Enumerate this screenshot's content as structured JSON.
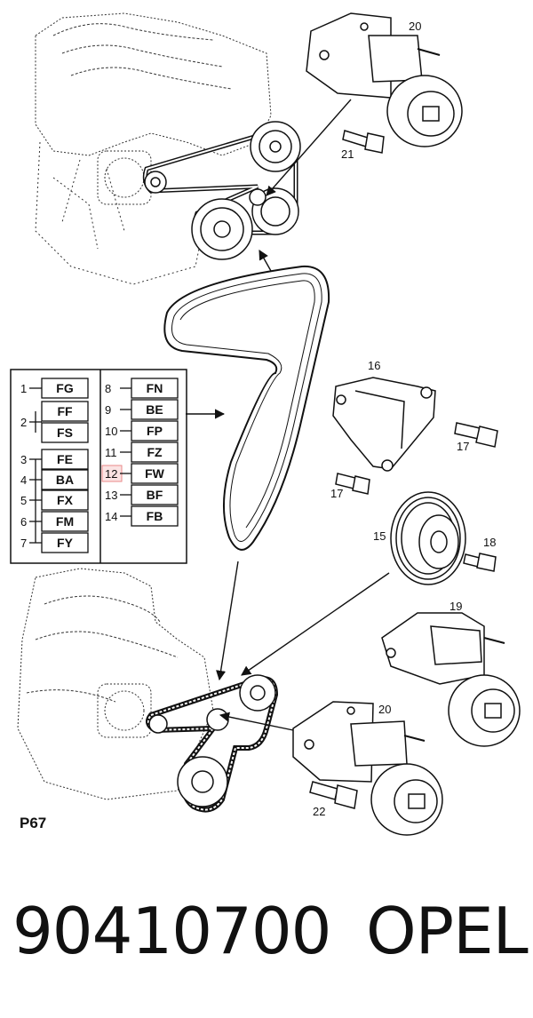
{
  "figure_code": "P67",
  "part_number": "90410700",
  "brand": "OPEL",
  "highlighted_index": "12",
  "callouts": {
    "c15": "15",
    "c16": "16",
    "c17a": "17",
    "c17b": "17",
    "c18": "18",
    "c19": "19",
    "c20a": "20",
    "c20b": "20",
    "c21": "21",
    "c22": "22"
  },
  "legend_left": [
    {
      "num": "1",
      "code": "FG"
    },
    {
      "num": "2",
      "code": "FF"
    },
    {
      "num": "",
      "code": "FS"
    },
    {
      "num": "3",
      "code": "FE"
    },
    {
      "num": "4",
      "code": "BA"
    },
    {
      "num": "5",
      "code": "FX"
    },
    {
      "num": "6",
      "code": "FM"
    },
    {
      "num": "7",
      "code": "FY"
    }
  ],
  "legend_right": [
    {
      "num": "8",
      "code": "FN"
    },
    {
      "num": "9",
      "code": "BE"
    },
    {
      "num": "10",
      "code": "FP"
    },
    {
      "num": "11",
      "code": "FZ"
    },
    {
      "num": "12",
      "code": "FW"
    },
    {
      "num": "13",
      "code": "BF"
    },
    {
      "num": "14",
      "code": "FB"
    }
  ]
}
